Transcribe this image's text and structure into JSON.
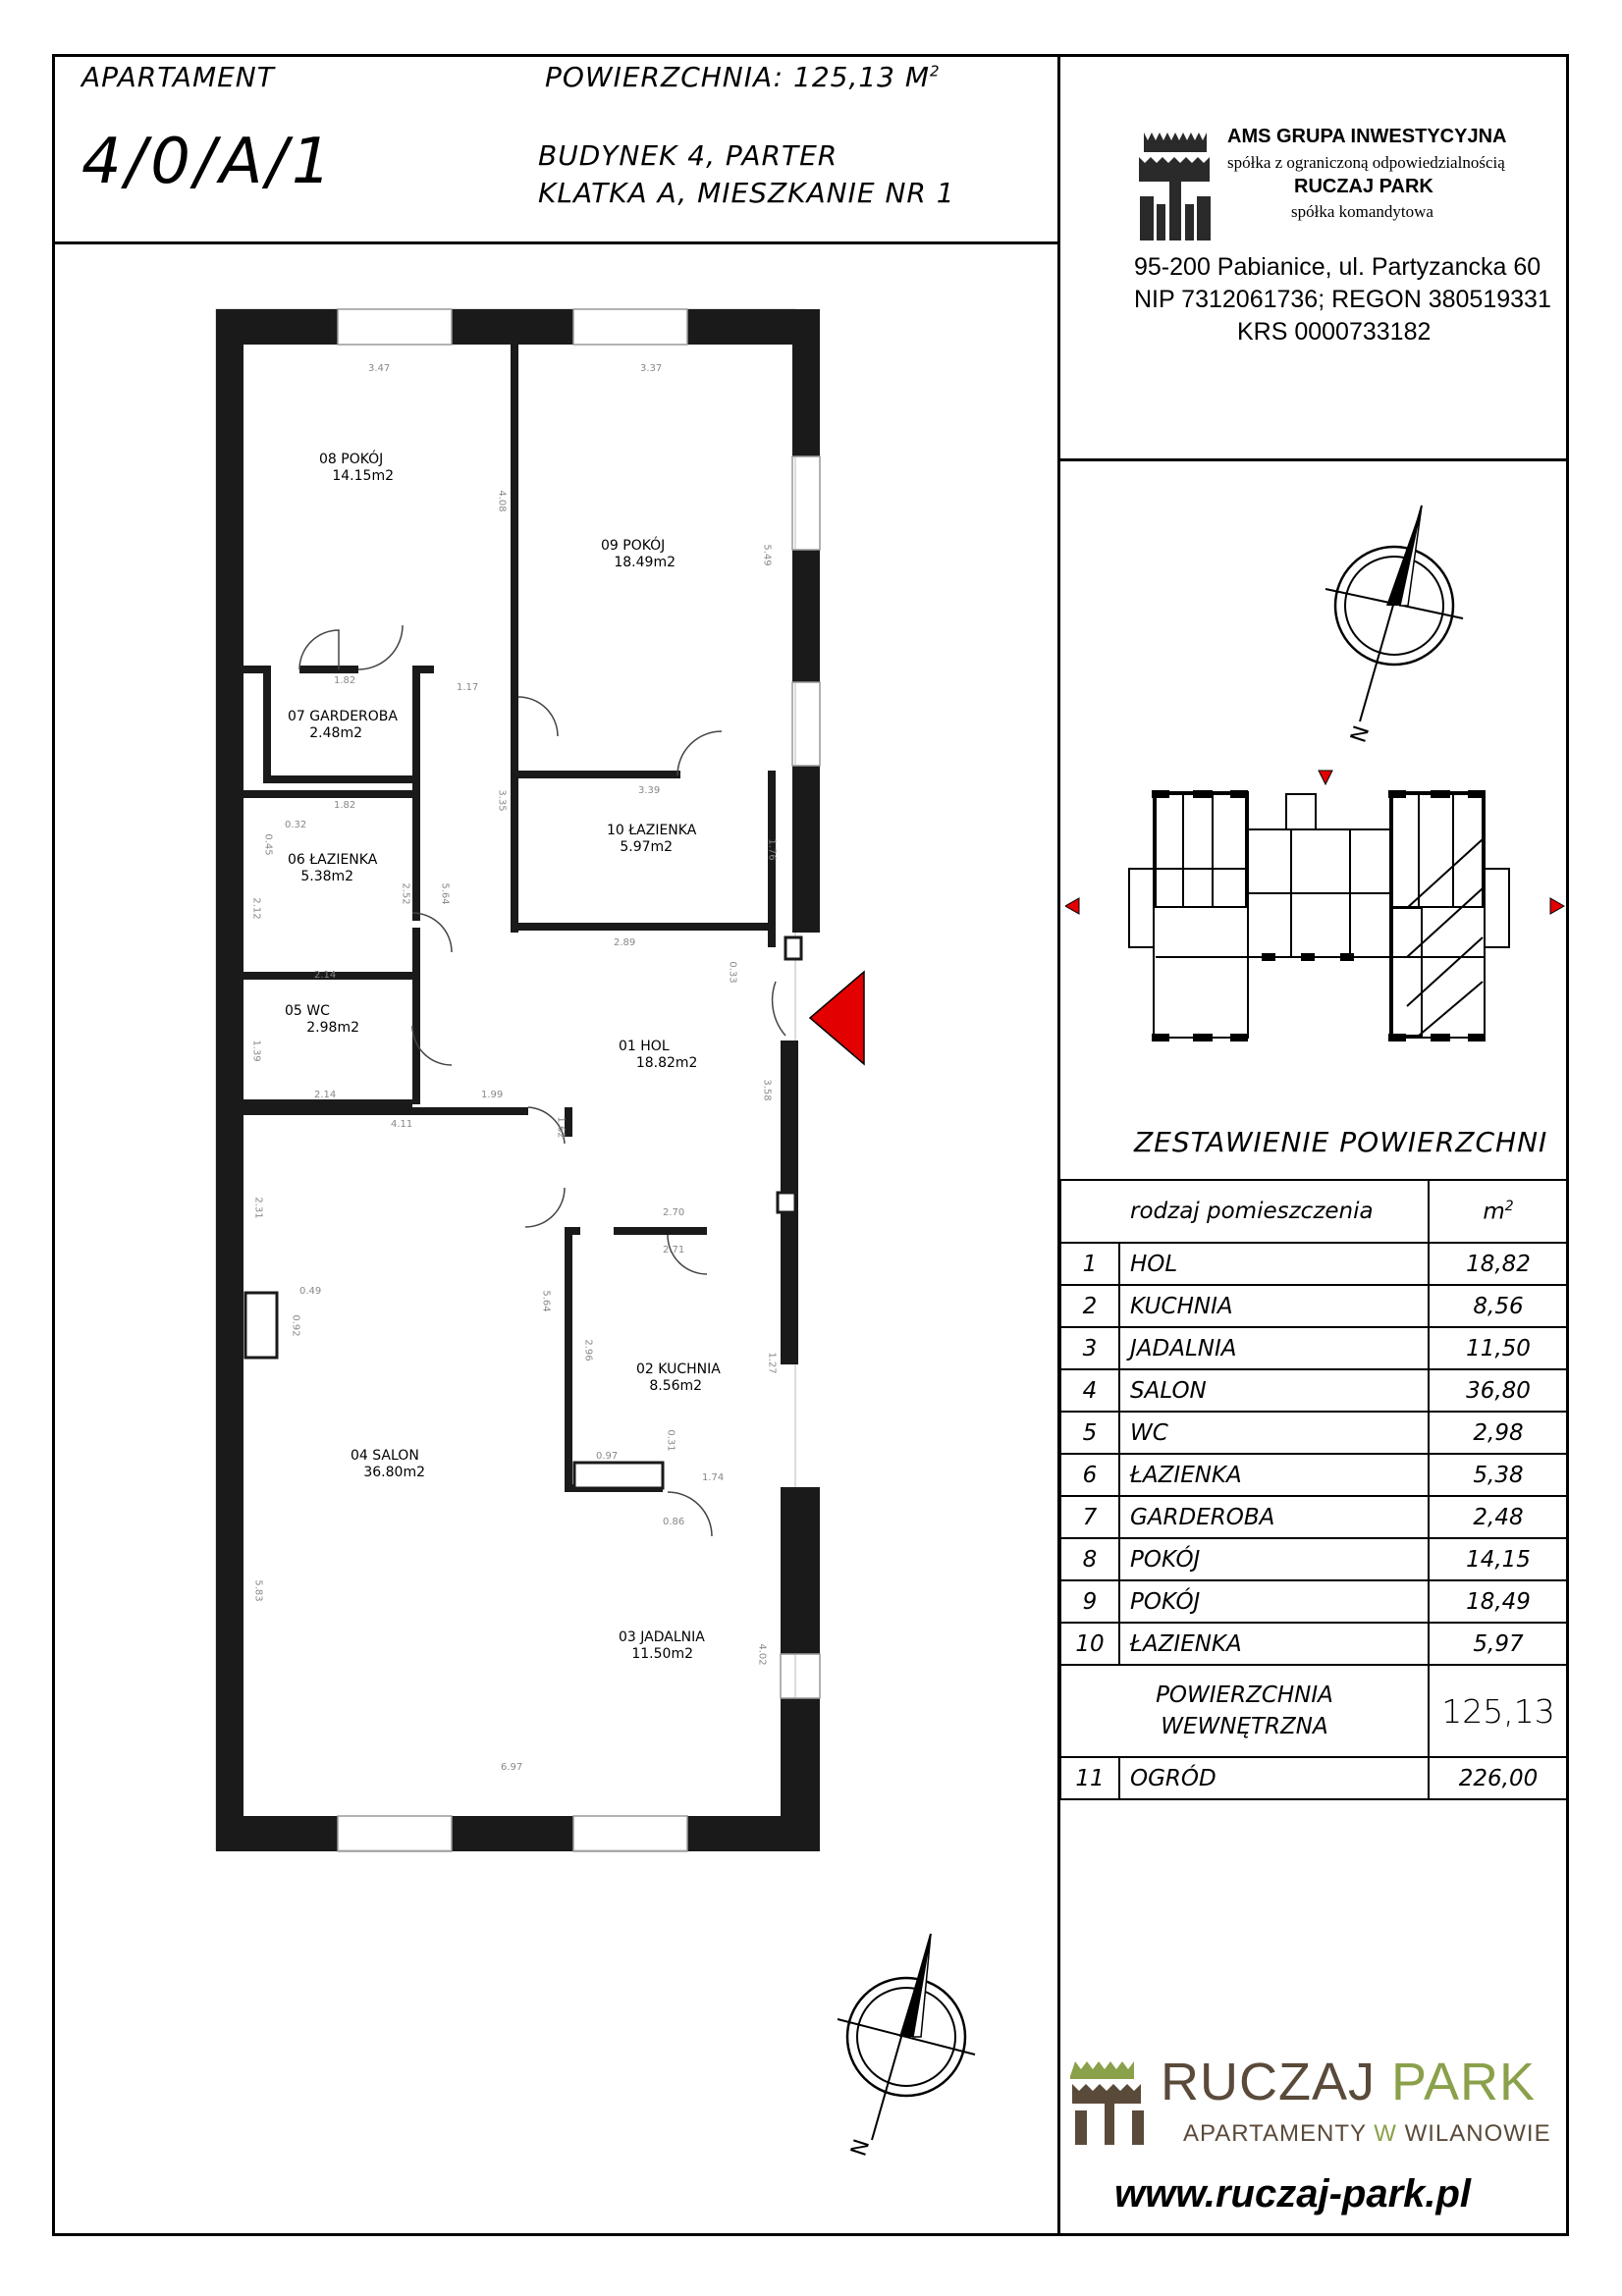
{
  "header": {
    "apartment_label": "APARTAMENT",
    "apartment_code": "4/0/A/1",
    "area_label": "POWIERZCHNIA: 125,13 M",
    "area_sup": "2",
    "building_line": "BUDYNEK 4, PARTER",
    "stair_line": "KLATKA A, MIESZKANIE NR 1"
  },
  "company": {
    "name": "AMS GRUPA INWESTYCYJNA",
    "sub1": "spółka z ograniczoną odpowiedzialnością",
    "name2": "RUCZAJ PARK",
    "sub2": "spółka komandytowa",
    "address": "95-200 Pabianice, ul. Partyzancka 60",
    "ids": "NIP 7312061736; REGON 380519331",
    "krs": "KRS 0000733182",
    "accent": "#7a5a3a"
  },
  "compass": {
    "letter": "N"
  },
  "summary": {
    "title": "ZESTAWIENIE POWIERZCHNI",
    "col_type": "rodzaj pomieszczenia",
    "col_unit": "m",
    "col_unit_sup": "2",
    "rows": [
      {
        "n": "1",
        "name": "HOL",
        "value": "18,82"
      },
      {
        "n": "2",
        "name": "KUCHNIA",
        "value": "8,56"
      },
      {
        "n": "3",
        "name": "JADALNIA",
        "value": "11,50"
      },
      {
        "n": "4",
        "name": "SALON",
        "value": "36,80"
      },
      {
        "n": "5",
        "name": "WC",
        "value": "2,98"
      },
      {
        "n": "6",
        "name": "ŁAZIENKA",
        "value": "5,38"
      },
      {
        "n": "7",
        "name": "GARDEROBA",
        "value": "2,48"
      },
      {
        "n": "8",
        "name": "POKÓJ",
        "value": "14,15"
      },
      {
        "n": "9",
        "name": "POKÓJ",
        "value": "18,49"
      },
      {
        "n": "10",
        "name": "ŁAZIENKA",
        "value": "5,97"
      }
    ],
    "total_label_1": "POWIERZCHNIA",
    "total_label_2": "WEWNĘTRZNA",
    "total_value": "125,13",
    "garden": {
      "n": "11",
      "name": "OGRÓD",
      "value": "226,00"
    }
  },
  "plan": {
    "rooms": [
      {
        "code": "08",
        "name": "POKÓJ",
        "area": "14.15m2"
      },
      {
        "code": "09",
        "name": "POKÓJ",
        "area": "18.49m2"
      },
      {
        "code": "07",
        "name": "GARDEROBA",
        "area": "2.48m2"
      },
      {
        "code": "10",
        "name": "ŁAZIENKA",
        "area": "5.97m2"
      },
      {
        "code": "06",
        "name": "ŁAZIENKA",
        "area": "5.38m2"
      },
      {
        "code": "05",
        "name": "WC",
        "area": "2.98m2"
      },
      {
        "code": "01",
        "name": "HOL",
        "area": "18.82m2"
      },
      {
        "code": "02",
        "name": "KUCHNIA",
        "area": "8.56m2"
      },
      {
        "code": "04",
        "name": "SALON",
        "area": "36.80m2"
      },
      {
        "code": "03",
        "name": "JADALNIA",
        "area": "11.50m2"
      }
    ],
    "dims": [
      "3.47",
      "3.37",
      "4.08",
      "5.49",
      "1.82",
      "1.17",
      "3.39",
      "1.76",
      "3.35",
      "1.82",
      "0.32",
      "0.45",
      "2.12",
      "2.52",
      "5.64",
      "2.89",
      "0.33",
      "2.14",
      "1.39",
      "2.14",
      "1.99",
      "3.58",
      "4.11",
      "1.62",
      "2.31",
      "2.70",
      "2.71",
      "0.49",
      "0.92",
      "5.64",
      "2.96",
      "1.27",
      "0.31",
      "0.97",
      "1.74",
      "0.86",
      "5.83",
      "4.02",
      "6.97"
    ],
    "wall_color": "#1a1a1a",
    "entry_color": "#e30000"
  },
  "brand": {
    "word1": "RUCZAJ",
    "word2": "PARK",
    "tag_pre": "APARTAMENTY ",
    "tag_w": "W",
    "tag_post": " WILANOWIE",
    "color_dark": "#5a4a3a",
    "color_green": "#8aa04a",
    "url": "www.ruczaj-park.pl"
  }
}
